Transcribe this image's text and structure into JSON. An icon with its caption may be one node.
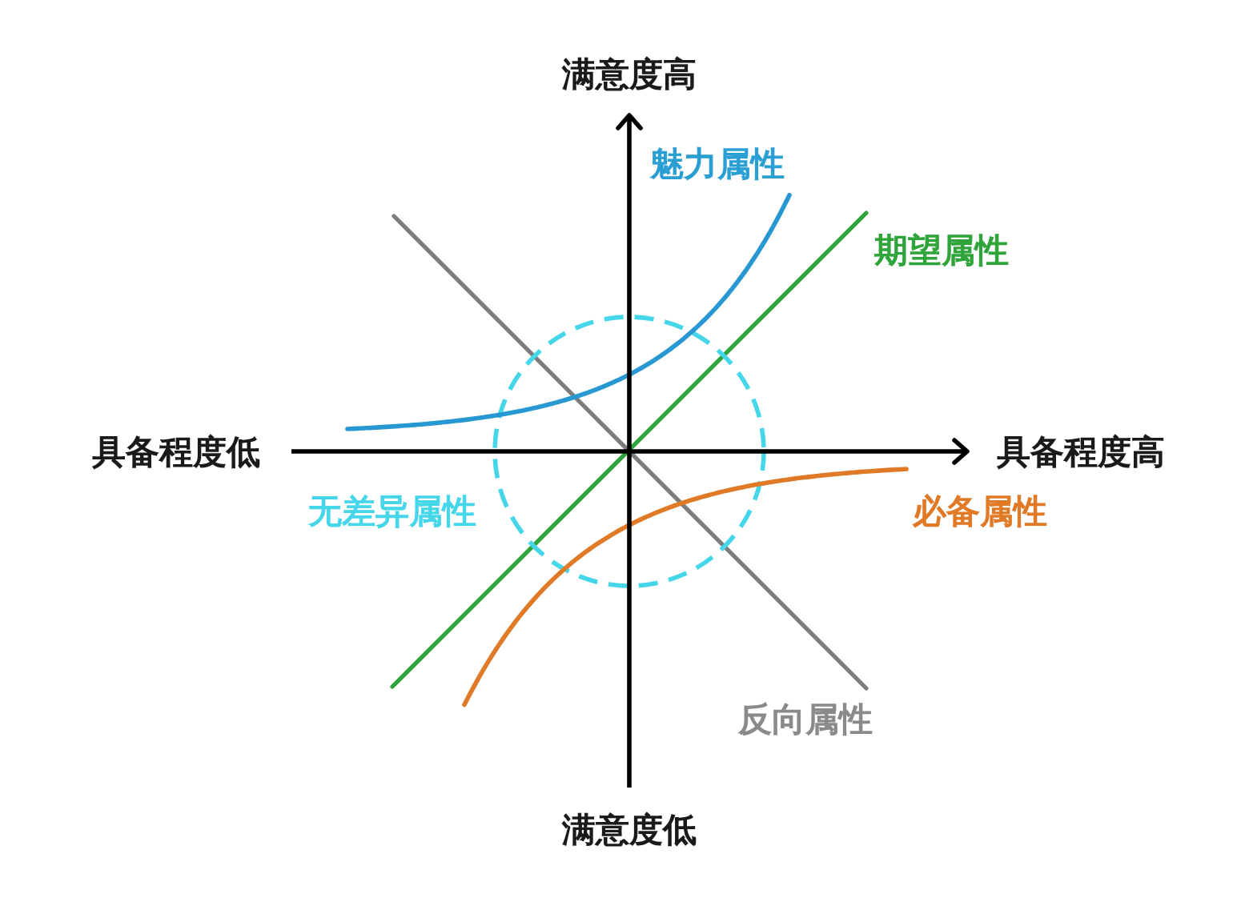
{
  "diagram": {
    "nodes": [
      {
        "text": [],
        "shape": "circle",
        "beside": [
          "无差异属性"
        ]
      }
    ],
    "labels": [
      "满意度高",
      "魅力属性",
      "期望属性",
      "具备程度低",
      "具备程度高",
      "必备属性",
      "反向属性",
      "满意度低"
    ]
  }
}
